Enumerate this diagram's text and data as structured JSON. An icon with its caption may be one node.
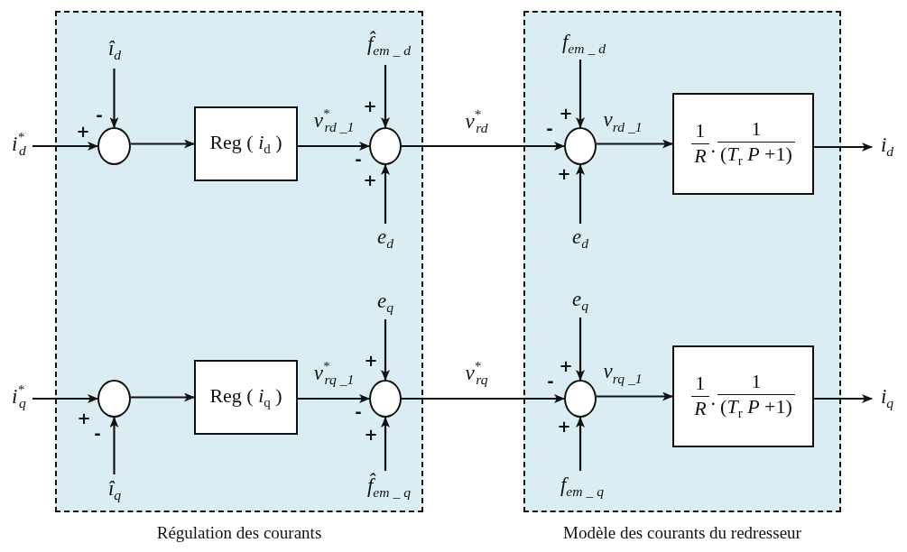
{
  "diagram": {
    "nodes": [
      {
        "text": [
          "Régulation des courants"
        ]
      },
      {
        "text": [
          "Modèle des courants du redresseur"
        ]
      },
      {
        "text": [
          "i$^{*}$$_{d}$"
        ]
      },
      {
        "text": [
          "î$_{d}$"
        ],
        "in": 0
      },
      {
        "text": [],
        "shape": "circle",
        "in": 0
      },
      {
        "text": [
          "Reg ( *i*$_{d}$ )"
        ],
        "in": 0
      },
      {
        "text": [
          "f̂$_{em _ d}$"
        ],
        "in": 0
      },
      {
        "text": [],
        "shape": "circle",
        "in": 0
      },
      {
        "text": [
          "e$_{d}$"
        ],
        "in": 0
      },
      {
        "text": [
          "f$_{em _ d}$"
        ],
        "in": 1
      },
      {
        "text": [],
        "shape": "circle",
        "in": 1
      },
      {
        "text": [
          "e$_{d}$"
        ],
        "in": 1
      },
      {
        "text": [
          "1",
          "R",
          ".",
          "1",
          "(*T*$_{r}$ *P* +1)"
        ],
        "in": 1
      },
      {
        "text": [
          "i$_{d}$"
        ]
      },
      {
        "text": [
          "i$^{*}$$_{q}$"
        ]
      },
      {
        "text": [
          "e$_{q}$"
        ],
        "in": 0
      },
      {
        "text": [],
        "shape": "circle",
        "in": 0
      },
      {
        "text": [
          "Reg ( *i*$_{q}$ )"
        ],
        "in": 0
      },
      {
        "text": [],
        "shape": "circle",
        "in": 0
      },
      {
        "text": [
          "î$_{q}$"
        ],
        "in": 0
      },
      {
        "text": [
          "f̂$_{em _ q}$"
        ],
        "in": 0
      },
      {
        "text": [
          "e$_{q}$"
        ],
        "in": 1
      },
      {
        "text": [],
        "shape": "circle",
        "in": 1
      },
      {
        "text": [
          "1",
          "R",
          ".",
          "1",
          "(*T*$_{r}$ *P* +1)"
        ],
        "in": 1
      },
      {
        "text": [
          "f$_{em _ q}$"
        ],
        "in": 1
      },
      {
        "text": [
          "i$_{q}$"
        ]
      }
    ],
    "edges": [
      {
        "from": 2,
        "to": 4,
        "arrow": "to"
      },
      {
        "from": 3,
        "to": 4,
        "arrow": "to"
      },
      {
        "from": 4,
        "to": 5,
        "arrow": "to"
      },
      {
        "from": 5,
        "to": 7,
        "arrow": "to",
        "label": "v$^{*}$$_{rd _1}$"
      },
      {
        "from": 6,
        "to": 7,
        "arrow": "to"
      },
      {
        "from": 8,
        "to": 7,
        "arrow": "to"
      },
      {
        "from": 7,
        "to": 10,
        "arrow": "to",
        "label": "v$^{*}$$_{rd}$"
      },
      {
        "from": 9,
        "to": 10,
        "arrow": "to"
      },
      {
        "from": 11,
        "to": 10,
        "arrow": "to"
      },
      {
        "from": 10,
        "to": 12,
        "arrow": "to",
        "label": "v$_{rd _1}$"
      },
      {
        "from": 12,
        "to": 13,
        "arrow": "to"
      },
      {
        "from": 14,
        "to": 16,
        "arrow": "to"
      },
      {
        "from": 19,
        "to": 16,
        "arrow": "to"
      },
      {
        "from": 16,
        "to": 17,
        "arrow": "to"
      },
      {
        "from": 17,
        "to": 18,
        "arrow": "to",
        "label": "v$^{*}$$_{rq _1}$"
      },
      {
        "from": 15,
        "to": 18,
        "arrow": "to"
      },
      {
        "from": 20,
        "to": 18,
        "arrow": "to"
      },
      {
        "from": 18,
        "to": 22,
        "arrow": "to",
        "label": "v$^{*}$$_{rq}$"
      },
      {
        "from": 21,
        "to": 22,
        "arrow": "to"
      },
      {
        "from": 24,
        "to": 22,
        "arrow": "to"
      },
      {
        "from": 22,
        "to": 23,
        "arrow": "to",
        "label": "v$_{rq _1}$"
      },
      {
        "from": 23,
        "to": 25,
        "arrow": "to"
      }
    ],
    "labels": [
      "-",
      "+",
      "+",
      "-",
      "+",
      "+",
      "-",
      "+",
      "+",
      "+",
      "-",
      "+",
      "+",
      "-",
      "-",
      "+"
    ]
  }
}
